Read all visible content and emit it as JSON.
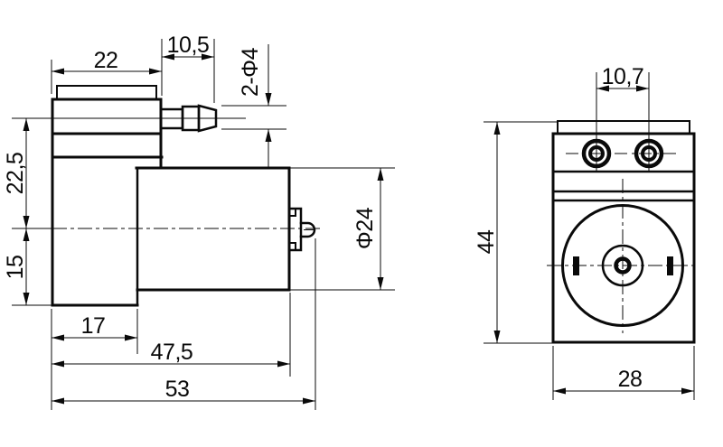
{
  "dimensions": {
    "side": {
      "head_width": "22",
      "barb_length": "10,5",
      "barb_ports": "2-Φ4",
      "center_to_hose": "22,5",
      "center_to_base": "15",
      "bracket_depth": "17",
      "motor_length": "47,5",
      "total_length": "53",
      "motor_diameter": "Φ24"
    },
    "front": {
      "port_spacing": "10,7",
      "total_height": "44",
      "body_width": "28"
    }
  },
  "colors": {
    "line": "#0a0a0a",
    "background": "#ffffff"
  }
}
